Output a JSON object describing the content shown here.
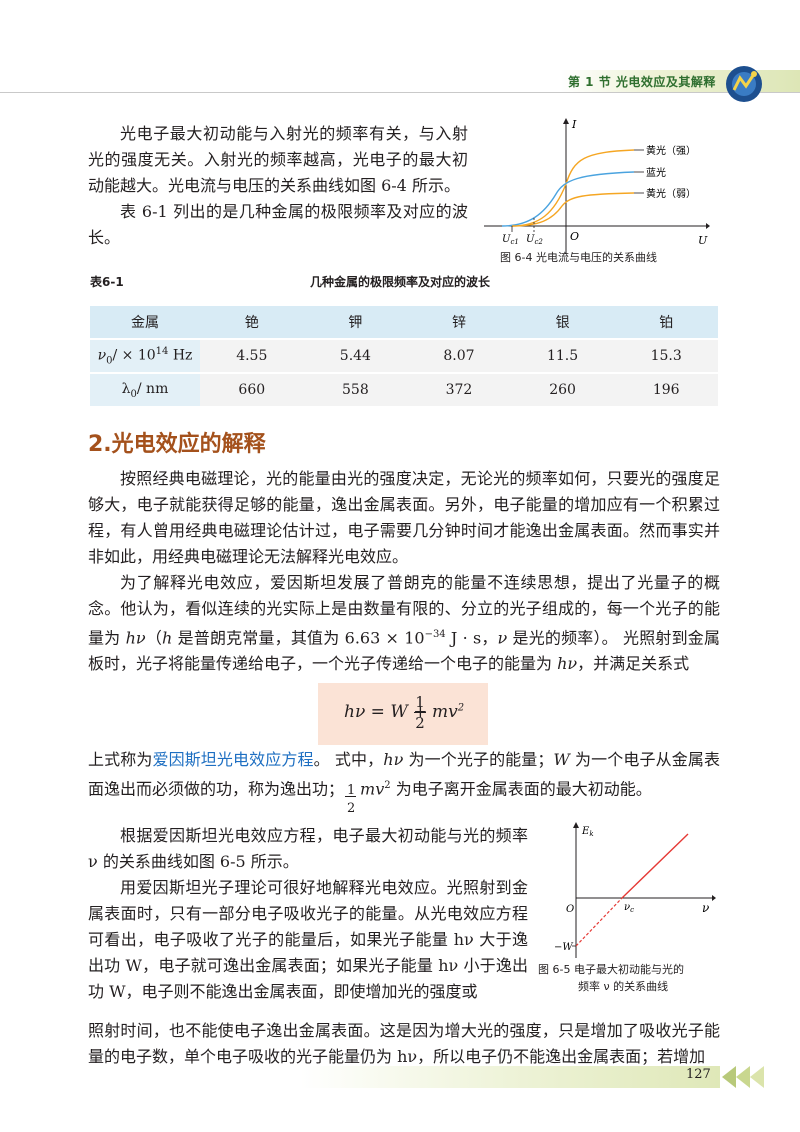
{
  "header": {
    "section": "第 1 节   光电效应及其解释"
  },
  "intro": {
    "para1": "光电子最大初动能与入射光的频率有关，与入射光的强度无关。入射光的频率越高，光电子的最大初动能越大。光电流与电压的关系曲线如图 6-4 所示。",
    "para2": "表 6-1 列出的是几种金属的极限频率及对应的波长。"
  },
  "figure_6_4": {
    "y_label": "I",
    "x_label": "U",
    "origin": "O",
    "uc1": "U",
    "uc1_sub": "c1",
    "uc2": "U",
    "uc2_sub": "c2",
    "curve_labels": [
      "黄光（强）",
      "蓝光",
      "黄光（弱）"
    ],
    "caption": "图 6-4   光电流与电压的关系曲线",
    "colors": {
      "strong_yellow": "#f5a623",
      "blue": "#4aa3df",
      "weak_yellow": "#f5a623"
    }
  },
  "table": {
    "label": "表6-1",
    "title": "几种金属的极限频率及对应的波长",
    "header": [
      "金属",
      "铯",
      "钾",
      "锌",
      "银",
      "铂"
    ],
    "row_freq_label": "ν",
    "row_freq_sub": "0",
    "row_freq_unit": "/ × 10",
    "row_freq_exp": "14",
    "row_freq_unit2": "Hz",
    "row_freq": [
      "4.55",
      "5.44",
      "8.07",
      "11.5",
      "15.3"
    ],
    "row_wave_label": "λ",
    "row_wave_sub": "0",
    "row_wave_unit": "/ nm",
    "row_wave": [
      "660",
      "558",
      "372",
      "260",
      "196"
    ]
  },
  "section": {
    "heading": "2.光电效应的解释",
    "para1": "按照经典电磁理论，光的能量由光的强度决定，无论光的频率如何，只要光的强度足够大，电子就能获得足够的能量，逸出金属表面。另外，电子能量的增加应有一个积累过程，有人曾用经典电磁理论估计过，电子需要几分钟时间才能逸出金属表面。然而事实并非如此，用经典电磁理论无法解释光电效应。",
    "para2a": "为了解释光电效应，爱因斯坦发展了普朗克的能量不连续思想，提出了光量子的概念。他认为，看似连续的光实际上是由数量有限的、分立的光子组成的，每一个光子的能量为 ",
    "hv": "hν",
    "para2b": "（",
    "h": "h",
    "para2c": " 是普朗克常量，其值为 6.63 × 10",
    "exp": "−34",
    "para2d": " J · s，",
    "v": "ν",
    "para2e": " 是光的频率）。 光照射到金属板时，光子将能量传递给电子，一个光子传递给一个电子的能量为 ",
    "para2f": "，并满足关系式"
  },
  "formula": {
    "left": "hν = W +",
    "num": "1",
    "den": "2",
    "right": "mv",
    "sq": "2"
  },
  "equation_text": {
    "a": "上式称为",
    "name": "爱因斯坦光电效应方程",
    "b": "。 式中，",
    "hv": "hν",
    "c": " 为一个光子的能量；",
    "W": "W",
    "d": " 为一个电子从金属表面逸出而必须做的功，称为逸出功；",
    "num": "1",
    "den": "2",
    "mv": "mv",
    "sq": "2",
    "e": " 为电子离开金属表面的最大初动能。"
  },
  "lower": {
    "para1": "根据爱因斯坦光电效应方程，电子最大初动能与光的频率 ν 的关系曲线如图 6-5 所示。",
    "para2": "用爱因斯坦光子理论可很好地解释光电效应。光照射到金属表面时，只有一部分电子吸收光子的能量。从光电效应方程可看出，电子吸收了光子的能量后，如果光子能量 hν 大于逸出功 W，电子就可逸出金属表面；如果光子能量 hν 小于逸出功 W，电子则不能逸出金属表面，即使增加光的强度或",
    "para3": "照射时间，也不能使电子逸出金属表面。这是因为增大光的强度，只是增加了吸收光子能量的电子数，单个电子吸收的光子能量仍为 hν，所以电子仍不能逸出金属表面；若增加"
  },
  "figure_6_5": {
    "y_label": "E",
    "y_sub": "k",
    "x_label": "ν",
    "origin": "O",
    "nu_c": "ν",
    "nu_c_sub": "c",
    "intercept": "−W",
    "caption_line1": "图 6-5   电子最大初动能与光的",
    "caption_line2": "频率 ν 的关系曲线",
    "line_color": "#e53935"
  },
  "footer": {
    "page": "127"
  }
}
